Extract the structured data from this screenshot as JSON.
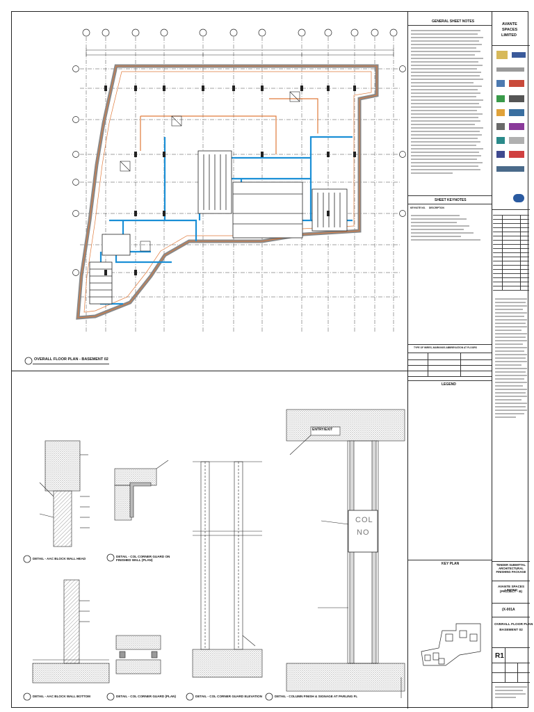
{
  "sheet": {
    "main_plan_title": "OVERALL FLOOR PLAN - BASEMENT 02",
    "details": [
      {
        "id": "d1",
        "title": "DETAIL - AAC BLOCK WALL HEAD"
      },
      {
        "id": "d2",
        "title": "DETAIL - COL CORNER GUARD ON FINISHED WALL (PLAN)"
      },
      {
        "id": "d3",
        "title": "DETAIL - AAC BLOCK WALL BOTTOM"
      },
      {
        "id": "d4",
        "title": "DETAIL - COL CORNER GUARD (PLAN)"
      },
      {
        "id": "d5",
        "title": "DETAIL - COL CORNER GUARD ELEVATION"
      },
      {
        "id": "d6",
        "title": "DETAIL - COLUMN FINISH & SIGNAGE AT PARLING FL"
      }
    ],
    "signage": {
      "entry_exit": "ENTRY/EXIT",
      "col_label_1": "COL",
      "col_label_2": "NO"
    }
  },
  "notes_panel": {
    "general_notes_title": "GENERAL SHEET NOTES",
    "sheet_keynotes_title": "SHEET KEYNOTES",
    "keynote_headers": {
      "ref": "KEYNOTE NO.",
      "desc": "DESCRIPTION"
    },
    "schedule_title": "TYPE OF WIRES, MARKINGS ABBREVIATION AT FLOORS",
    "legend_title": "LEGEND",
    "key_plan_title": "KEY PLAN"
  },
  "title_block": {
    "client_1": "AVANTE",
    "client_2": "SPACES",
    "client_3": "LIMITED",
    "package_title": "TENDER SUBMITTAL ARCHITECTURAL FINISHING PACKAGE",
    "project_1": "AVANTE SPACES LIMITED",
    "project_2": "(PROJECT - B)",
    "sheet_number": "(X-001A",
    "drawing_title_1": "OVERALL FLOOR PLAN -",
    "drawing_title_2": "BASEMENT 02",
    "revision": "R1"
  },
  "colors": {
    "line": "#222222",
    "blue": "#1a8fd6",
    "orange": "#e07a3a",
    "hatch": "#555555"
  }
}
